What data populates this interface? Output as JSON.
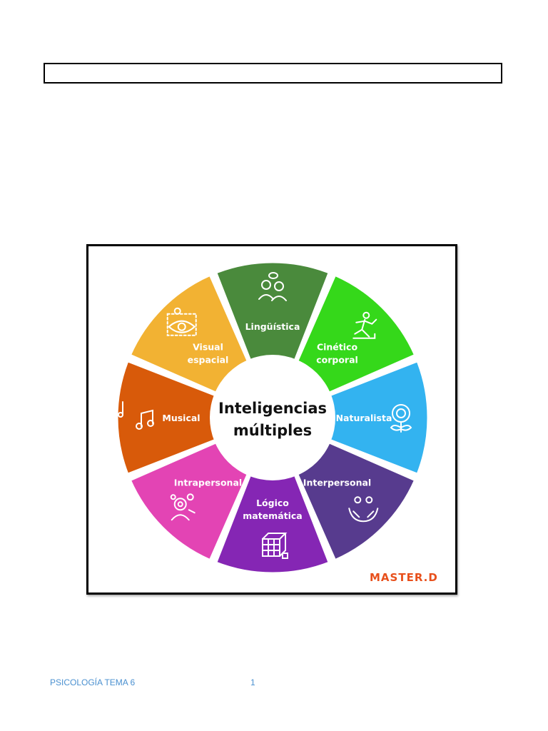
{
  "title_box": {
    "text": ""
  },
  "diagram": {
    "center": {
      "line1": "Inteligencias",
      "line2": "múltiples"
    },
    "segments": [
      {
        "label": [
          "Lingüística"
        ],
        "color": "#4a8a3c",
        "icon": "people-talking-icon"
      },
      {
        "label": [
          "Cinético",
          "corporal"
        ],
        "color": "#35d81a",
        "icon": "running-person-icon"
      },
      {
        "label": [
          "Naturalista"
        ],
        "color": "#33b3f0",
        "icon": "flower-icon"
      },
      {
        "label": [
          "Interpersonal"
        ],
        "color": "#573b8e",
        "icon": "hands-people-icon"
      },
      {
        "label": [
          "Lógico",
          "matemática"
        ],
        "color": "#8526b4",
        "icon": "cube-icon"
      },
      {
        "label": [
          "Intrapersonal"
        ],
        "color": "#e344b4",
        "icon": "thinking-person-icon"
      },
      {
        "label": [
          "Musical"
        ],
        "color": "#d85a0a",
        "icon": "music-note-icon"
      },
      {
        "label": [
          "Visual",
          "espacial"
        ],
        "color": "#f2b233",
        "icon": "eye-icon"
      }
    ],
    "brand": "MASTER.D"
  },
  "footer": {
    "left": "PSICOLOGÍA TEMA 6",
    "page": "1"
  }
}
